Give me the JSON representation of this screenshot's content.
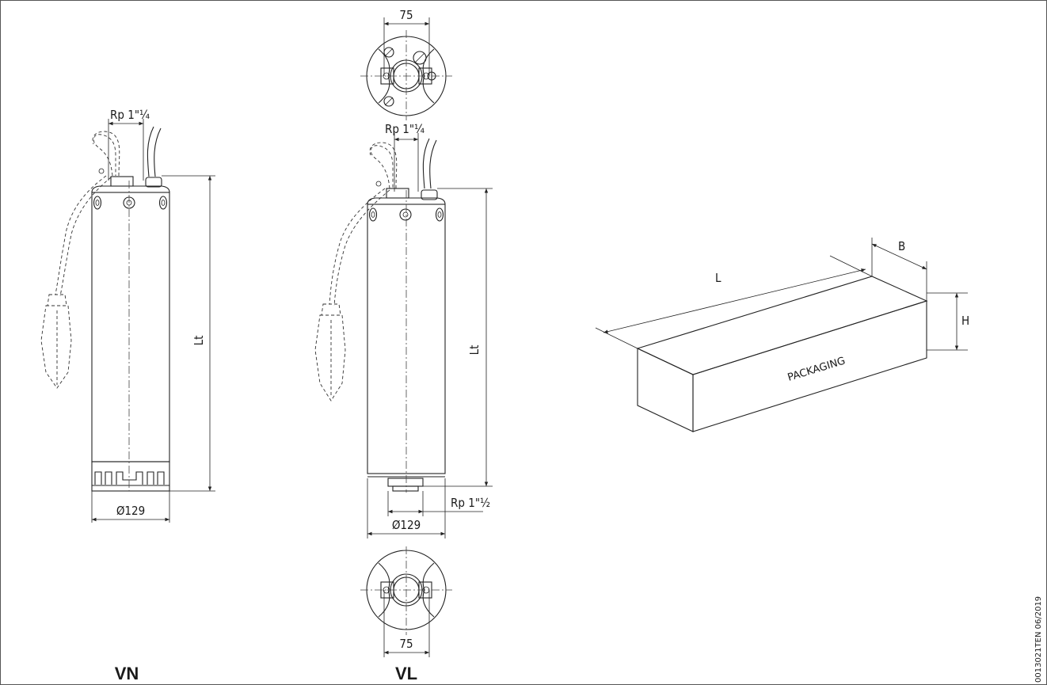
{
  "views": {
    "vn": {
      "title": "VN",
      "outlet_label": "Rp 1\"¼",
      "length_label": "Lt",
      "diameter_label": "Ø129"
    },
    "vl": {
      "title": "VL",
      "outlet_label": "Rp 1\"¼",
      "inlet_label": "Rp 1\"½",
      "length_label": "Lt",
      "diameter_label": "Ø129",
      "top_spacing_label": "75",
      "bottom_spacing_label": "75"
    }
  },
  "packaging": {
    "text": "PACKAGING",
    "length_label": "L",
    "width_label": "B",
    "height_label": "H"
  },
  "doc_code": "0013021TEN 06/2019"
}
